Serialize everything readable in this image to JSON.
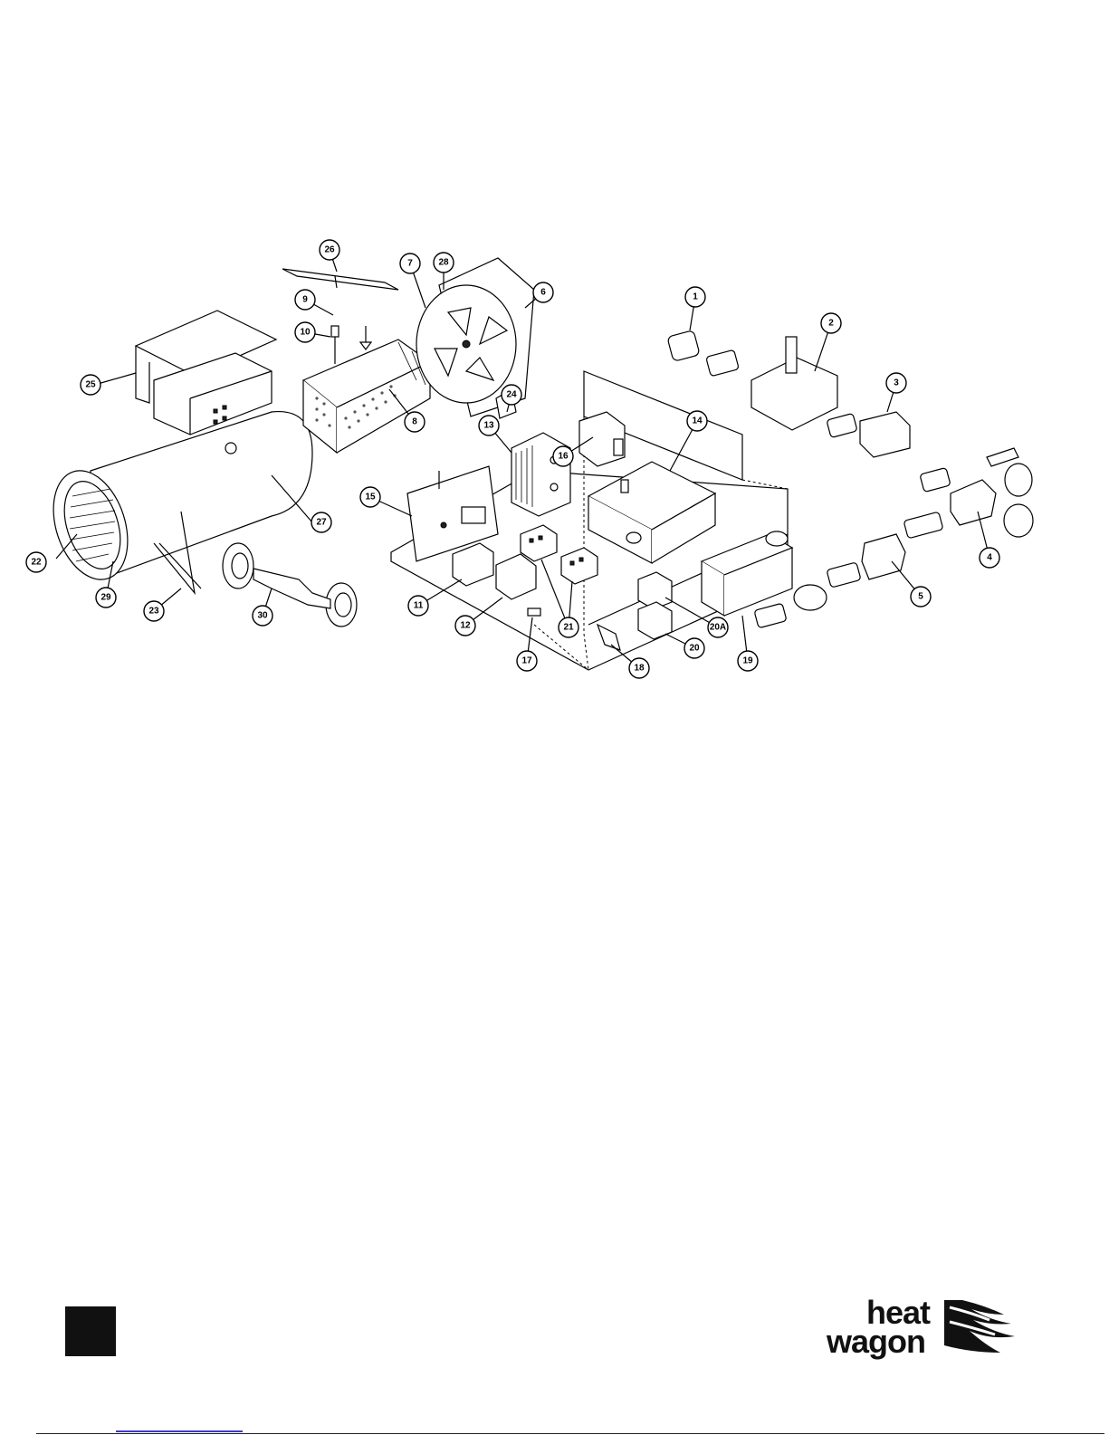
{
  "diagram": {
    "callouts": [
      {
        "id": "c1",
        "label": "1"
      },
      {
        "id": "c2",
        "label": "2"
      },
      {
        "id": "c3",
        "label": "3"
      },
      {
        "id": "c4",
        "label": "4"
      },
      {
        "id": "c5",
        "label": "5"
      },
      {
        "id": "c6",
        "label": "6"
      },
      {
        "id": "c7",
        "label": "7"
      },
      {
        "id": "c8",
        "label": "8"
      },
      {
        "id": "c9",
        "label": "9"
      },
      {
        "id": "c10",
        "label": "10"
      },
      {
        "id": "c11",
        "label": "11"
      },
      {
        "id": "c12",
        "label": "12"
      },
      {
        "id": "c13",
        "label": "13"
      },
      {
        "id": "c14",
        "label": "14"
      },
      {
        "id": "c15",
        "label": "15"
      },
      {
        "id": "c16",
        "label": "16"
      },
      {
        "id": "c17",
        "label": "17"
      },
      {
        "id": "c18",
        "label": "18"
      },
      {
        "id": "c19",
        "label": "19"
      },
      {
        "id": "c20",
        "label": "20"
      },
      {
        "id": "c20a",
        "label": "20A"
      },
      {
        "id": "c21",
        "label": "21"
      },
      {
        "id": "c22",
        "label": "22"
      },
      {
        "id": "c23",
        "label": "23"
      },
      {
        "id": "c24",
        "label": "24"
      },
      {
        "id": "c25",
        "label": "25"
      },
      {
        "id": "c26",
        "label": "26"
      },
      {
        "id": "c27",
        "label": "27"
      },
      {
        "id": "c28",
        "label": "28"
      },
      {
        "id": "c29",
        "label": "29"
      },
      {
        "id": "c30",
        "label": "30"
      }
    ]
  },
  "logo": {
    "line1": "heat",
    "line2": "wagon"
  }
}
